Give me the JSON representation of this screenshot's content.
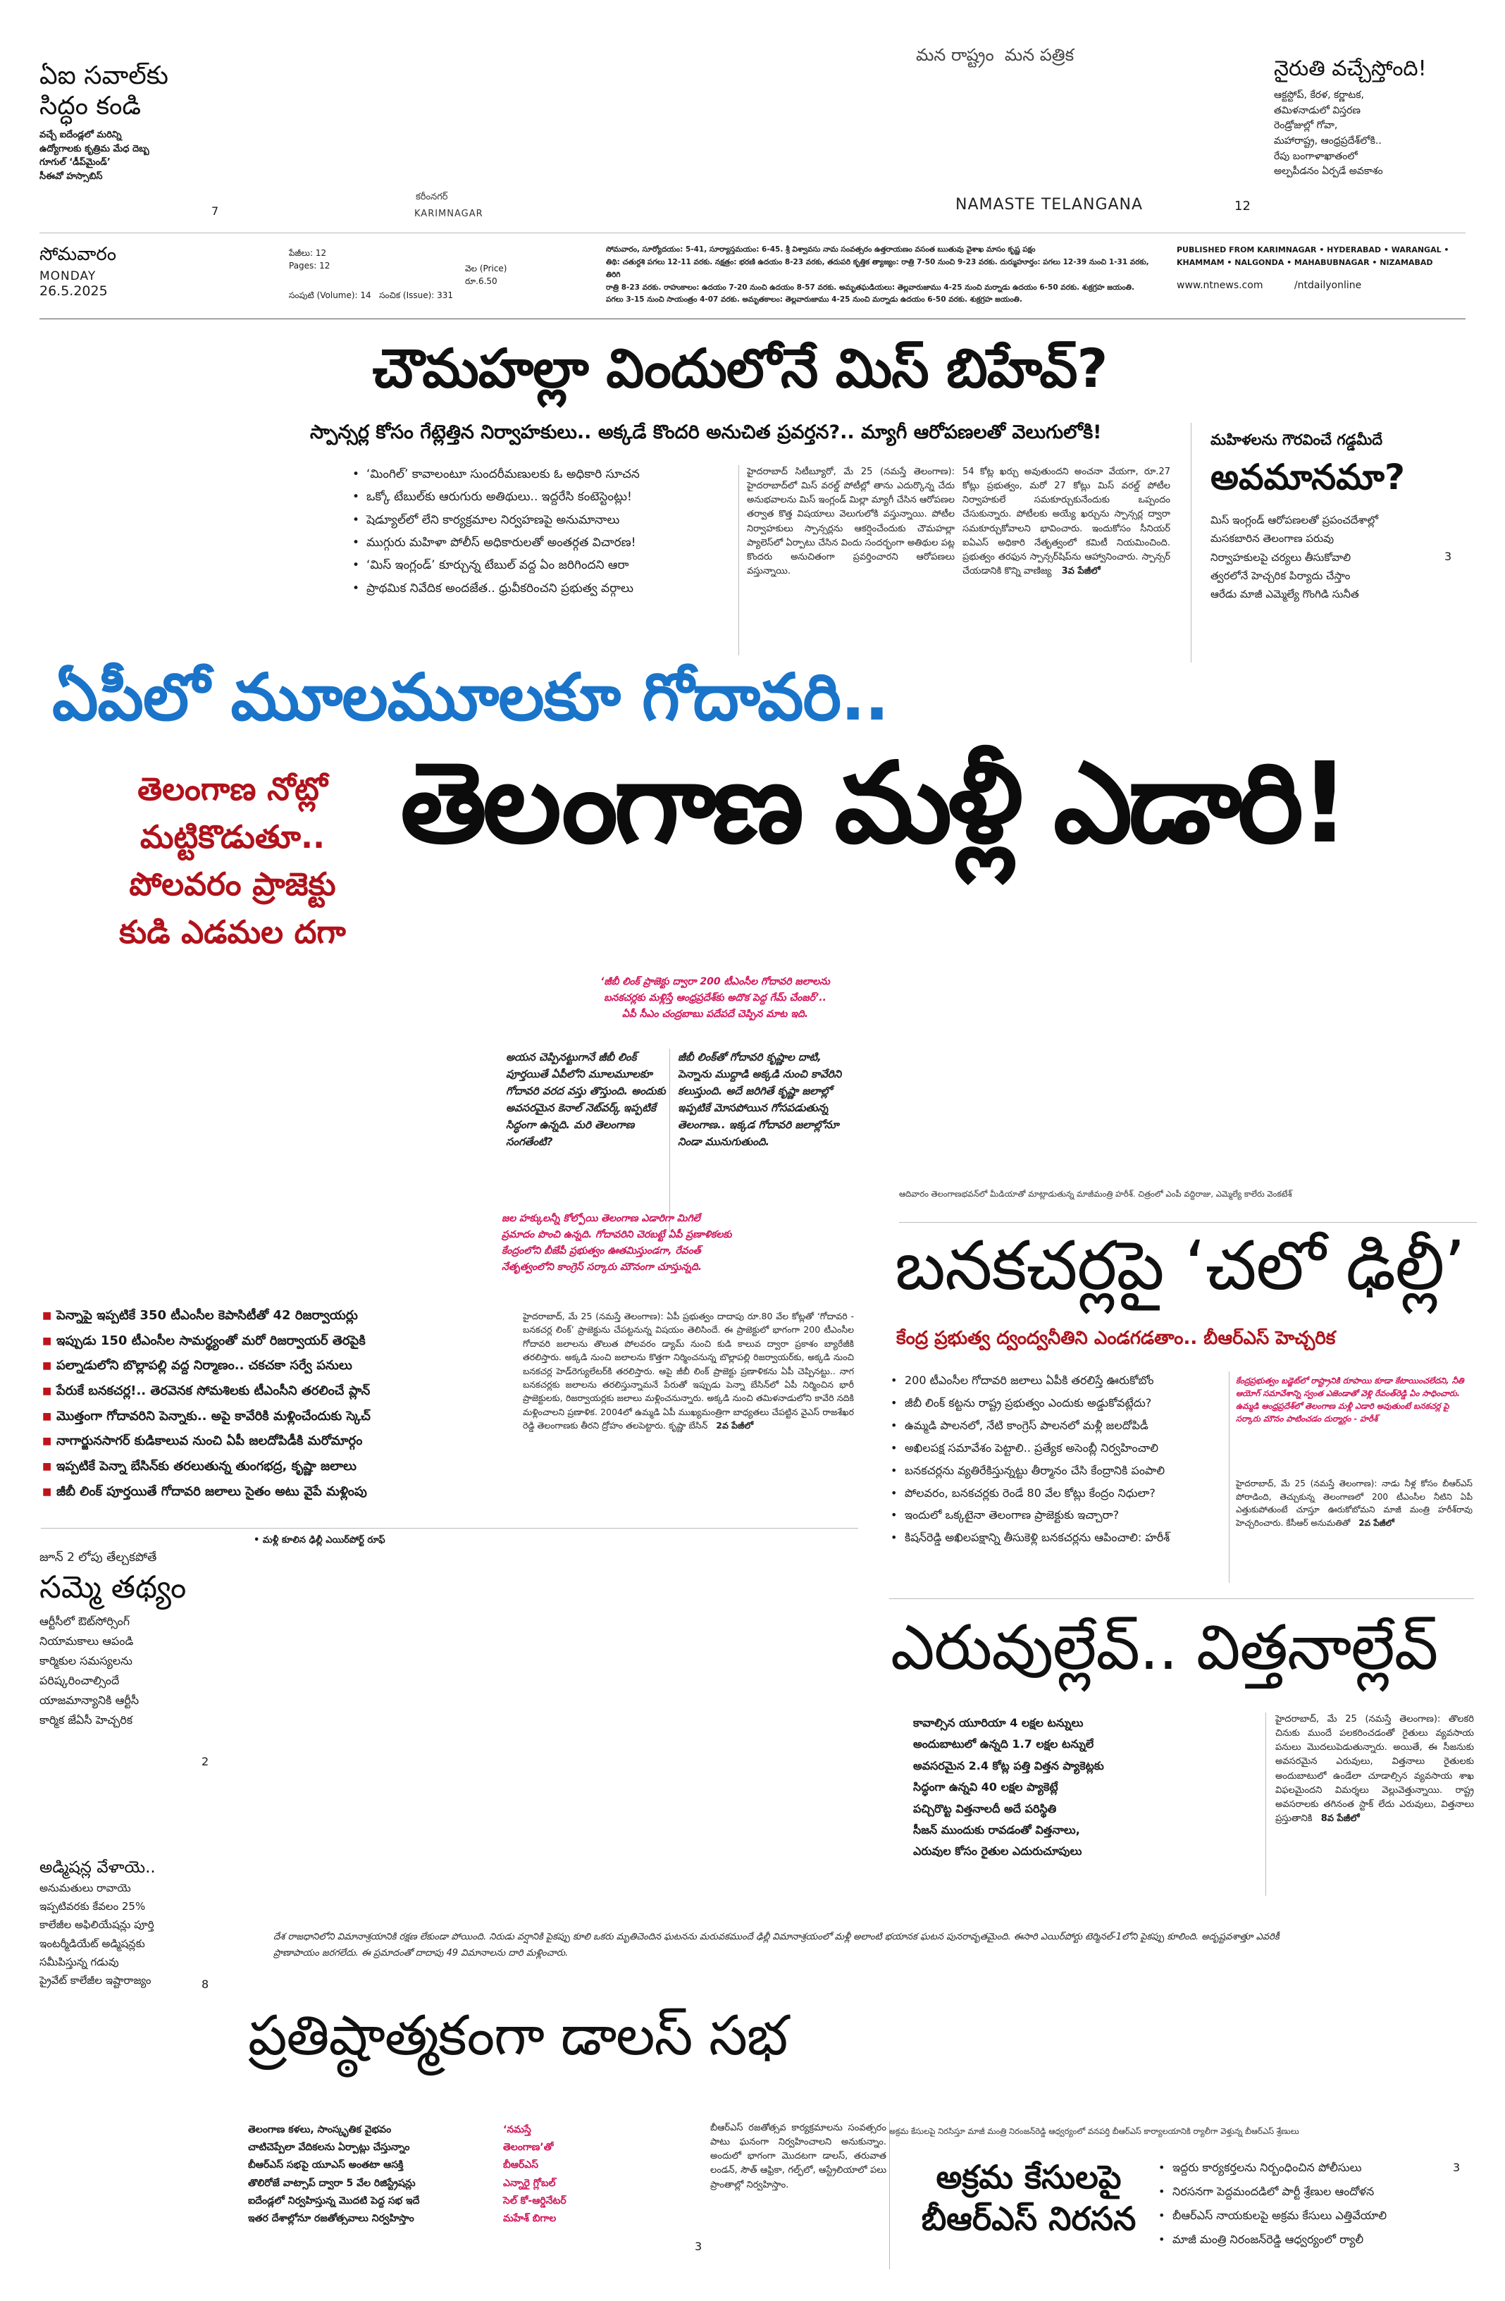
{
  "masthead": {
    "teaser_left": {
      "title_line1": "ఏఐ సవాల్‌కు",
      "title_line2": "సిద్ధం కండి",
      "line1": "వచ్చే ఐదేండ్లలో మరిన్ని",
      "line2": "ఉద్యోగాలకు కృత్రిమ మేధ దెబ్బ",
      "line3": "గూగుల్ ‘డీప్‌మైండ్’",
      "line4": "సీఈవో హస్సాబిస్",
      "page": "7"
    },
    "tagline": "మన రాష్ట్రం  మన పత్రిక",
    "edition_telugu": "కరీంనగర్",
    "edition_english": "KARIMNAGAR",
    "brand": "NAMASTE TELANGANA",
    "brand_page": "12",
    "teaser_right": {
      "title": "నైరుతి వచ్చేస్తోంది!",
      "lines": [
        "ఆక్టస్టోప్, కేరళ, కర్ణాటక,",
        "తమిళనాడులో విస్తరణ",
        "రెండ్రోజుల్లో గోవా,",
        "మహారాష్ట్ర, ఆంధ్రప్రదేశ్‌లోకి..",
        "రేపు బంగాళాఖాతంలో",
        "అల్పపీడనం ఏర్పడే అవకాశం"
      ]
    },
    "day_telugu": "సోమవారం",
    "day_english": "MONDAY",
    "date": "26.5.2025",
    "pages_telugu": "పేజీలు: 12",
    "pages_english": "Pages: 12",
    "price_label": "వెల (Price)",
    "price": "రూ.6.50",
    "volume": "సంపుటి (Volume): 14   సంచిక (Issue): 331",
    "panchangam": [
      "సోమవారం, సూర్యోదయం: 5-41, సూర్యాస్తమయం: 6-45. శ్రీ విశ్వావసు నామ సంవత్సరం ఉత్తరాయణం వసంత ఋతువు వైశాఖ మాసం కృష్ణ పక్షం",
      "తిథి: చతుర్దశి పగలు 12-11 వరకు. నక్షత్రం: భరణి ఉదయం 8-23 వరకు, తదుపరి కృత్తిక త్యాజ్యం: రాత్రి 7-50 నుంచి 9-23 వరకు. దుర్ముహూర్తం: పగలు 12-39 నుంచి 1-31 వరకు, తిరిగి",
      "రాత్రి 8-23 వరకు. రాహుకాలం: ఉదయం 7-20 నుంచి ఉదయం 8-57 వరకు. అమృతఘడియలు: తెల్లవారుజాము 4-25 నుంచి మర్నాడు ఉదయం 6-50 వరకు. శుక్రగ్రహ జయంతి.",
      "పగలు 3-15 నుంచి సాయంత్రం 4-07 వరకు. అమృతకాలం: తెల్లవారుజాము 4-25 నుంచి మర్నాడు ఉదయం 6-50 వరకు. శుక్రగ్రహ జయంతి."
    ],
    "published_from_label": "PUBLISHED FROM",
    "published_from": "KARIMNAGAR • HYDERABAD • WARANGAL • KHAMMAM • NALGONDA • MAHABUBNAGAR • NIZAMABAD",
    "website": "www.ntnews.com",
    "social": "/ntdailyonline"
  },
  "story1": {
    "headline": "చౌమహల్లా విందులోనే మిస్ బిహేవ్?",
    "subhead": "స్పాన్సర్ల కోసం గేట్లెత్తిన నిర్వాహకులు.. అక్కడే కొందరి అనుచిత ప్రవర్తన?.. మ్యాగీ ఆరోపణలతో వెలుగులోకి!",
    "bullets": [
      "‘మింగిల్’ కావాలంటూ సుందరీమణులకు ఓ అధికారి సూచన",
      "ఒక్కో టేబుల్‌కు ఆరుగురు అతిథులు.. ఇద్దరేసి కంటెస్టెంట్లు!",
      "షెడ్యూల్‌లో లేని కార్యక్రమాల నిర్వహణపై అనుమానాలు",
      "ముగ్గురు మహిళా పోలీస్ అధికారులతో అంతర్గత విచారణ!",
      "‘మిస్ ఇంగ్లండ్’ కూర్చున్న టేబుల్ వద్ద ఏం జరిగిందని ఆరా",
      "ప్రాథమిక నివేదిక అందజేత.. ధ్రువీకరించని ప్రభుత్వ వర్గాలు"
    ],
    "col1": "హైదరాబాద్ సిటీబ్యూరో, మే 25 (నమస్తే తెలంగాణ): హైదరాబాద్‌లో మిస్ వరల్డ్ పోటీల్లో తాను ఎదుర్కొన్న చేదు అనుభవాలను మిస్ ఇంగ్లండ్ మిల్లా మ్యాగీ చేసిన ఆరోపణల తర్వాత కొత్త విషయాలు వెలుగులోకి వస్తున్నాయి. పోటీల నిర్వాహకులు స్పాన్సర్లను ఆకర్షించేందుకు చౌమహల్లా ప్యాలెస్‌లో ఏర్పాటు చేసిన విందు సందర్భంగా అతిథుల పట్ల కొందరు అనుచితంగా ప్రవర్తించారని ఆరోపణలు వస్తున్నాయి.",
    "col2": "54 కోట్ల ఖర్చు అవుతుందని అంచనా వేయగా, రూ.27 కోట్లు ప్రభుత్వం, మరో 27 కోట్లు మిస్ వరల్డ్ పోటీల నిర్వాహకులే సమకూర్చుకునేందుకు ఒప్పందం చేసుకున్నారు. పోటీలకు అయ్యే ఖర్చును స్పాన్సర్ల ద్వారా సమకూర్చుకోవాలని భావించారు. ఇందుకోసం సీనియర్ ఐఏఎస్ అధికారి నేతృత్వంలో కమిటీ నియమించింది. ప్రభుత్వం తరఫున స్పాన్సర్‌షిప్‌ను ఆహ్వానించారు. స్పాన్సర్ చేయడానికి కొన్ని వాణిజ్య",
    "cont": "3వ పేజీలో"
  },
  "sidebar_right": {
    "kicker": "మహిళలను గౌరవించే గడ్డమీదే",
    "headline": "అవమానమా?",
    "lines": [
      "మిస్ ఇంగ్లండ్ ఆరోపణలతో ప్రపంచదేశాల్లో",
      "మసకబారిన తెలంగాణ పరువు",
      "నిర్వాహకులపై చర్యలు తీసుకోవాలి",
      "త్వరలోనే హెచ్చరిక పిర్యాదు చేస్తాం",
      "ఆరేడు మాజీ ఎమ్మెల్యే గొంగిడి సునీత"
    ],
    "page": "3"
  },
  "main_story": {
    "overline": "ఏపీలో మూలమూలకూ గోదావరి..",
    "kicker": [
      "తెలంగాణ నోట్లో",
      "మట్టికొడుతూ..",
      "పోలవరం ప్రాజెక్టు",
      "కుడి ఎడమల దగా"
    ],
    "headline": "తెలంగాణ మళ్లీ ఎడారి!",
    "quote_lines": [
      "‘జీబీ లింక్ ప్రాజెక్టు ద్వారా 200 టీఎంసీల గోదావరి జలాలను",
      "బనకచర్లకు మళ్లిస్తే ఆంధ్రప్రదేశ్‌కు అదొక పెద్ద గేమ్ చేంజర్’..",
      "ఏపీ సీఎం చంద్రబాబు పదేపదే చెప్పిన మాట ఇది."
    ],
    "italic_col1": "అయన చెప్పినట్టుగానే జీబీ లింక్ పూర్తయితే ఏపీలోని మూలమూలకూ గోదావరి వరద వస్తు తొస్తుంది. అందుకు అవసరమైన కెనాల్ నెట్‌వర్క్ ఇప్పటికే సిద్ధంగా ఉన్నది. మరి తెలంగాణ సంగతేంటి?",
    "italic_col2": "జీబీ లింక్‌తో గోదావరి కృష్ణాల దాటి, పెన్నాను ముద్దాడి అక్కడి నుంచి కావేరిని కలుస్తుంది. అదే జరిగితే కృష్ణా జలాల్లో ఇప్పటికే మోసపోయిన గోసపడుతున్న తెలంగాణ.. ఇక్కడ గోదావరి జలాల్లోనూ నిండా మునుగుతుంది.",
    "pink_lines": [
      "జల హక్కులన్నీ కోల్పోయి తెలంగాణ ఎడారిగా మిగిలే",
      "ప్రమాదం పొంచి ఉన్నది. గోదావరిని చెరబట్టే ఏపీ ప్రణాళికలకు",
      "కేంద్రంలోని బీజేపీ ప్రభుత్వం ఊతమిస్తుండగా, రేవంత్",
      "నేతృత్వంలోని కాంగ్రెస్ సర్కారు మౌనంగా చూస్తున్నది."
    ],
    "bullets": [
      "పెన్నాపై ఇప్పటికే 350 టీఎంసీల కెపాసిటీతో 42 రిజర్వాయర్లు",
      "ఇప్పుడు 150 టీఎంసీల సామర్థ్యంతో మరో రిజర్వాయర్ తెరపైకి",
      "పల్నాడులోని బొల్లాపల్లి వద్ద నిర్మాణం.. చకచకా సర్వే పనులు",
      "పేరుకే బనకచర్ల!.. తెరవెనక సోమశిలకు టీఎంసీని తరలించే ప్లాన్",
      "మొత్తంగా గోదావరిని పెన్నాకు.. అపై కావేరికి మళ్లించేందుకు స్కెచ్",
      "నాగార్జునసాగర్ కుడికాలువ నుంచి ఏపీ జలదోపిడీకి మరోమార్గం",
      "ఇప్పటికే పెన్నా బేసిన్‌కు తరలుతున్న తుంగభద్ర, కృష్ణా జలాలు",
      "జీబీ లింక్ పూర్తయితే గోదావరి జలాలు సైతం అటు వైపే మళ్లింపు"
    ],
    "body": "హైదరాబాద్, మే 25 (నమస్తే తెలంగాణ): ఏపీ ప్రభుత్వం దాదాపు రూ.80 వేల కోట్లతో ‘గోదావరి - బనకచర్ల లింక్’ ప్రాజెక్టును చేపట్టనున్న విషయం తెలిసిందే. ఈ ప్రాజెక్టులో భాగంగా 200 టీఎంసీల గోదావరి జలాలను తొలుత పోలవరం డ్యామ్ నుంచి కుడి కాలువ ద్వారా ప్రకాశం బ్యారేజీకి తరలిస్తారు. అక్కడి నుంచి జలాలను కొత్తగా నిర్మించనున్న బొల్లాపల్లి రిజర్వాయర్‌కు, అక్కడి నుంచి బనకచర్ల హెడ్‌రెగ్యులేటర్‌కి తరలిస్తారు. ఆపై జీబీ లింక్ ప్రాజెక్టు ప్రణాళికను ఏపీ చెప్పినట్టు.. నాగ బనకచర్లకు జలాలను తరలిస్తున్నామనే పేరుతో ఇప్పుడు పెన్నా బేసిన్‌లో ఏపీ నిర్మించిన భారీ ప్రాజెక్టులకు, రిజర్వాయర్లకు జలాలు మళ్లించనున్నారు. అక్కడి నుంచి తమిళనాడులోని కావేరి నదికి మళ్లించాలని ప్రణాళిక. 2004లో ఉమ్మడి ఏపీ ముఖ్యమంత్రిగా బాధ్యతలు చేపట్టిన వైఎస్ రాజశేఖర రెడ్డి తెలంగాణకు తీరని ద్రోహం తలపెట్టారు. కృష్ణా బేసిన్",
    "cont": "2వ పేజీలో",
    "related": "మళ్లీ కూలిన ఢిల్లీ ఎయిర్‌పోర్ట్ రూఫ్"
  },
  "strike_teaser": {
    "kicker": "జూన్ 2 లోపు తేల్చకపోతే",
    "headline": "సమ్మె తథ్యం",
    "lines": [
      "ఆర్టీసీలో ఔట్‌సోర్సింగ్",
      "నియామకాలు ఆపండి",
      "కార్మికుల సమస్యలను",
      "పరిష్కరించాల్సిందే",
      "యాజమాన్యానికి ఆర్టీసీ",
      "కార్మిక జేఏసీ హెచ్చరిక"
    ],
    "page": "2"
  },
  "college_teaser": {
    "kicker": "అడ్మిషన్ల వేళాయె..",
    "lines": [
      "అనుమతులు రావాయె",
      "ఇప్పటివరకు కేవలం 25%",
      "కాలేజీల అఫిలియేషన్లు పూర్తి",
      "ఇంటర్మీడియేట్ అడ్మిషన్లకు",
      "సమీపిస్తున్న గడువు",
      "ప్రైవేట్ కాలేజీల ఇష్టారాజ్యం"
    ],
    "page": "8"
  },
  "brs_delhi": {
    "dateline_note": "ఆదివారం తెలంగాణభవన్‌లో మీడియాతో మాట్లాడుతున్న మాజీమంత్రి హరీశ్. చిత్రంలో ఎంపీ వద్దిరాజు, ఎమ్మెల్యే కాలేరు వెంకటేశ్",
    "headline": "బనకచర్లపై ‘చలో ఢిల్లీ’",
    "subhead": "కేంద్ర ప్రభుత్వ ద్వంద్వనీతిని ఎండగడతాం.. బీఆర్‌ఎస్ హెచ్చరిక",
    "bullets": [
      "200 టీఎంసీల గోదావరి జలాలు ఏపీకి తరలిస్తే ఊరుకోబోం",
      "జీబీ లింక్ కట్టను రాష్ట్ర ప్రభుత్వం ఎందుకు అడ్డుకోవట్లేదు?",
      "ఉమ్మడి పాలనలో, నేటి కాంగ్రెస్ పాలనలో మళ్లీ జలదోపిడీ",
      "అఖిలపక్ష సమావేశం పెట్టాలి.. ప్రత్యేక అసెంబ్లీ నిర్వహించాలి",
      "బనకచర్లను వ్యతిరేకిస్తున్నట్టు తీర్మానం చేసి కేంద్రానికి పంపాలి",
      "పోలవరం, బనకచర్లకు రెండే 80 వేల కోట్లు కేంద్రం నిధులా?",
      "ఇందులో ఒక్కటైనా తెలంగాణ ప్రాజెక్టుకు ఇచ్చారా?",
      "కిషన్‌రెడ్డి అఖిలపక్షాన్ని తీసుకెళ్లి బనకచర్లను ఆపించాలి: హరీశ్"
    ],
    "quote": "కేంద్రప్రభుత్వం బడ్జెట్‌లో రాష్ట్రానికి రూపాయి కూడా కేటాయించలేదని, నీతి ఆయోగ్ సమావేశాన్ని స్వంత ఎజెండాతో వెళ్లి రేవంత్‌రెడ్డి ఏం సాధించారు. ఉమ్మడి ఆంధ్రప్రదేశ్‌లో తెలంగాణ మళ్లీ ఎడారి అవుతుంటే బనకచర్ల పై సర్కారు మౌనం పాటించడం దుర్మార్గం - హరీశ్",
    "body": "హైదరాబాద్, మే 25 (నమస్తే తెలంగాణ): నాడు నీళ్ల కోసం బీఆర్‌ఎస్ పోరాడింది, తెచ్చుకున్న తెలంగాణలో 200 టీఎంసీల నీటిని ఏపీ ఎత్తుకుపోతుంటే చూస్తూ ఊరుకోబోమని మాజీ మంత్రి హరీశ్‌రావు హెచ్చరించారు. కేసీఆర్ అనుమతితో",
    "cont": "2వ పేజీలో"
  },
  "fertilizer": {
    "headline": "ఎరువుల్లేవ్.. విత్తనాల్లేవ్",
    "bullets": [
      "కావాల్సిన యూరియా 4 లక్షల టన్నులు",
      "అందుబాటులో ఉన్నది 1.7 లక్షల టన్నులే",
      "అవసరమైన 2.4 కోట్ల పత్తి విత్తన ప్యాకెట్లకు",
      "సిద్ధంగా ఉన్నవి 40 లక్షల ప్యాకెట్లే",
      "పచ్చిరొట్ట విత్తనాలదీ అదే పరిస్థితి",
      "సీజన్ ముందుకు రావడంతో విత్తనాలు,",
      "ఎరువుల కోసం రైతుల ఎదురుచూపులు"
    ],
    "body": "హైదరాబాద్, మే 25 (నమస్తే తెలంగాణ): తొలకరి చినుకు ముందే పలకరించడంతో రైతులు వ్యవసాయ పనులు మొదలుపెడుతున్నారు. అయితే, ఈ సీజనుకు అవసరమైన ఎరువులు, విత్తనాలు రైతులకు అందుబాటులో ఉండేలా చూడాల్సిన వ్యవసాయ శాఖ విఫలమైందని విమర్శలు వెల్లువెత్తున్నాయి. రాష్ట్ర అవసరాలకు తగినంత స్టాక్ లేదు ఎరువులు, విత్తనాలు ప్రస్తుతానికి",
    "cont": "8వ పేజీలో"
  },
  "delhi_note": "దేశ రాజధానిలోని విమానాశ్రయానికి రక్షణ లేకుండా పోయింది. నిరుడు వర్షానికి పైకప్పు కూలి ఒకరు మృతిచెందిన ఘటనను మరువకముందే ఢిల్లీ విమానాశ్రయంలో మళ్లీ అలాంటి భయానక ఘటన పునరావృతమైంది. ఈసారి ఎయిర్‌పోర్టు టెర్మినల్-1లోని పైకప్పు కూలింది. అదృష్టవశాత్తూ ఎవరికీ ప్రాణాపాయం జరగలేదు. ఈ ప్రమాదంతో దాదాపు 49 విమానాలను దారి మళ్లించారు.",
  "dallas": {
    "headline": "ప్రతిష్ఠాత్మకంగా డాలస్ సభ",
    "bullets": [
      "తెలంగాణ కళలు, సాంస్కృతిక వైభవం",
      "చాటిచెప్పేలా వేదికలను ఏర్పాట్లు చేస్తున్నాం",
      "బీఆర్‌ఎస్ సభపై యూఎస్ అంతటా ఆసక్తి",
      "తొలిరోజే వాట్సాప్ ద్వారా 5 వేల రిజిస్ట్రేషన్లు",
      "ఐదేండ్లలో నిర్వహిస్తున్న మొదటి పెద్ద సభ ఇదే",
      "ఇతర దేశాల్లోనూ రజతోత్సవాలు నిర్వహిస్తాం"
    ],
    "quote_lines": [
      "‘నమస్తే",
      "తెలంగాణ’తో",
      "బీఆర్‌ఎస్",
      "ఎన్నారై గ్లోబల్",
      "సెల్ కో-ఆర్డినేటర్",
      "మహేశ్ బిగాల"
    ],
    "body": "బీఆర్‌ఎస్ రజతోత్సవ కార్యక్రమాలను సంవత్సరం పాటు ఘనంగా నిర్వహించాలని అనుకున్నాం. అందులో భాగంగా మొదటగా డాలస్, తరువాత లండన్, సౌత్ ఆఫ్రికా, గల్ఫ్‌లో, ఆస్ట్రేలియాలో పలు ప్రాంతాల్లో నిర్వహిస్తాం.",
    "page": "3"
  },
  "protest": {
    "note": "అక్రమ కేసులపై నిరసిస్తూ మాజీ మంత్రి నిరంజన్‌రెడ్డి ఆధ్వర్యంలో వనపర్తి బీఆర్‌ఎస్ కార్యాలయానికి ర్యాలీగా వెళ్తున్న బీఆర్‌ఎస్ శ్రేణులు",
    "headline_line1": "అక్రమ కేసులపై",
    "headline_line2": "బీఆర్‌ఎస్ నిరసన",
    "bullets": [
      "ఇద్దరు కార్యకర్తలను నిర్బంధించిన పోలీసులు",
      "నిరసనగా పెద్దమందడిలో పార్టీ శ్రేణుల ఆందోళన",
      "బీఆర్‌ఎస్ నాయకులపై అక్రమ కేసులు ఎత్తివేయాలి",
      "మాజీ మంత్రి నిరంజన్‌రెడ్డి ఆధ్వర్యంలో ర్యాలీ"
    ],
    "page": "3"
  },
  "colors": {
    "headline_blue": "#1a74c9",
    "kicker_red": "#b1121b",
    "accent_pink": "#d4145a",
    "ink": "#111111"
  }
}
